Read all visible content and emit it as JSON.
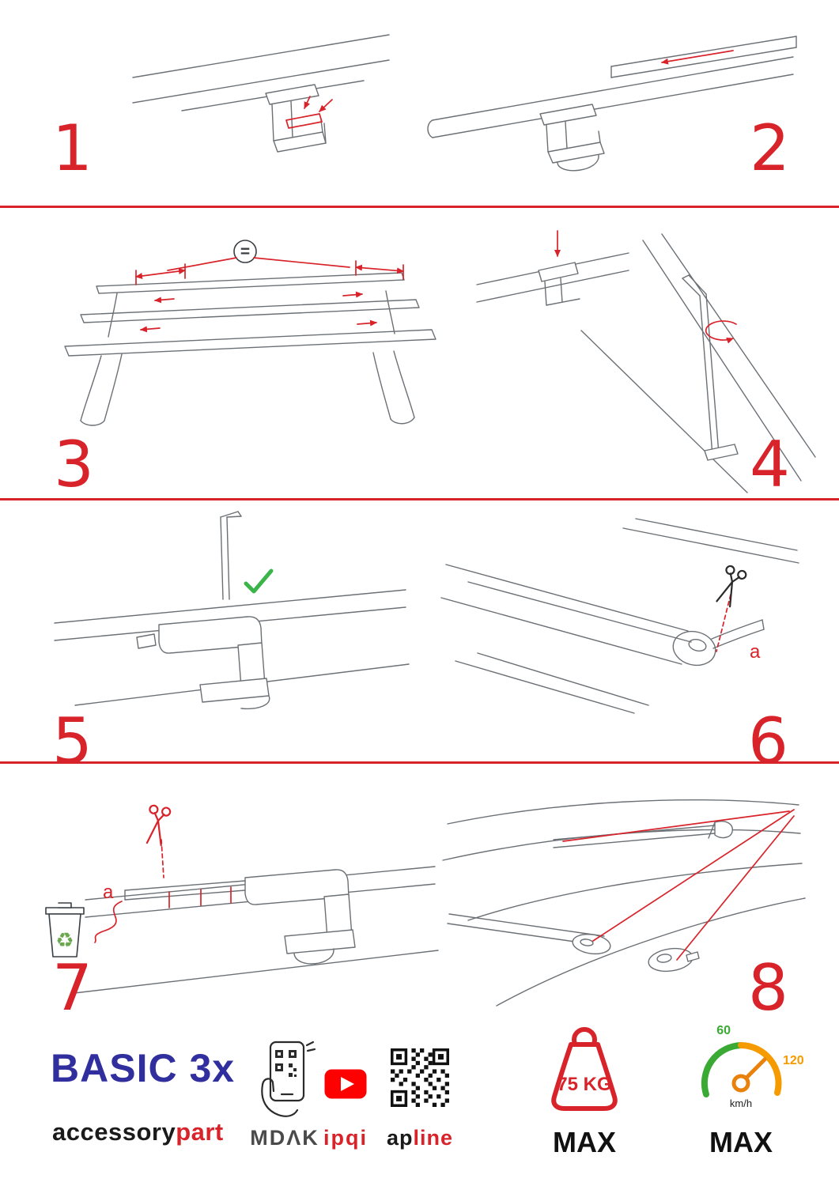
{
  "colors": {
    "accent_red": "#d8232a",
    "brand_blue": "#312f9d",
    "youtube_red": "#ff0000",
    "check_green": "#3bb54a",
    "recycle_green": "#6aa84f",
    "speed_green": "#3aaa35",
    "speed_orange": "#f59b00",
    "drawing_gray": "#6b7075"
  },
  "steps": [
    {
      "number": "1"
    },
    {
      "number": "2"
    },
    {
      "number": "3"
    },
    {
      "number": "4"
    },
    {
      "number": "5"
    },
    {
      "number": "6"
    },
    {
      "number": "7"
    },
    {
      "number": "8"
    }
  ],
  "annotations": {
    "equal": "=",
    "cut_label": "a"
  },
  "icons": {
    "recycle": "♻"
  },
  "footer": {
    "brand": "BASIC 3x",
    "company": {
      "black": "accessory",
      "red": "part"
    },
    "qr_phone_label": "MDΛK",
    "youtube_label": "ipqi",
    "qr_label": {
      "black": "ap",
      "red": "line"
    },
    "weight": {
      "value": "75 KG",
      "max": "MAX"
    },
    "speed": {
      "low": "60",
      "high": "120",
      "unit": "km/h",
      "max": "MAX"
    }
  }
}
